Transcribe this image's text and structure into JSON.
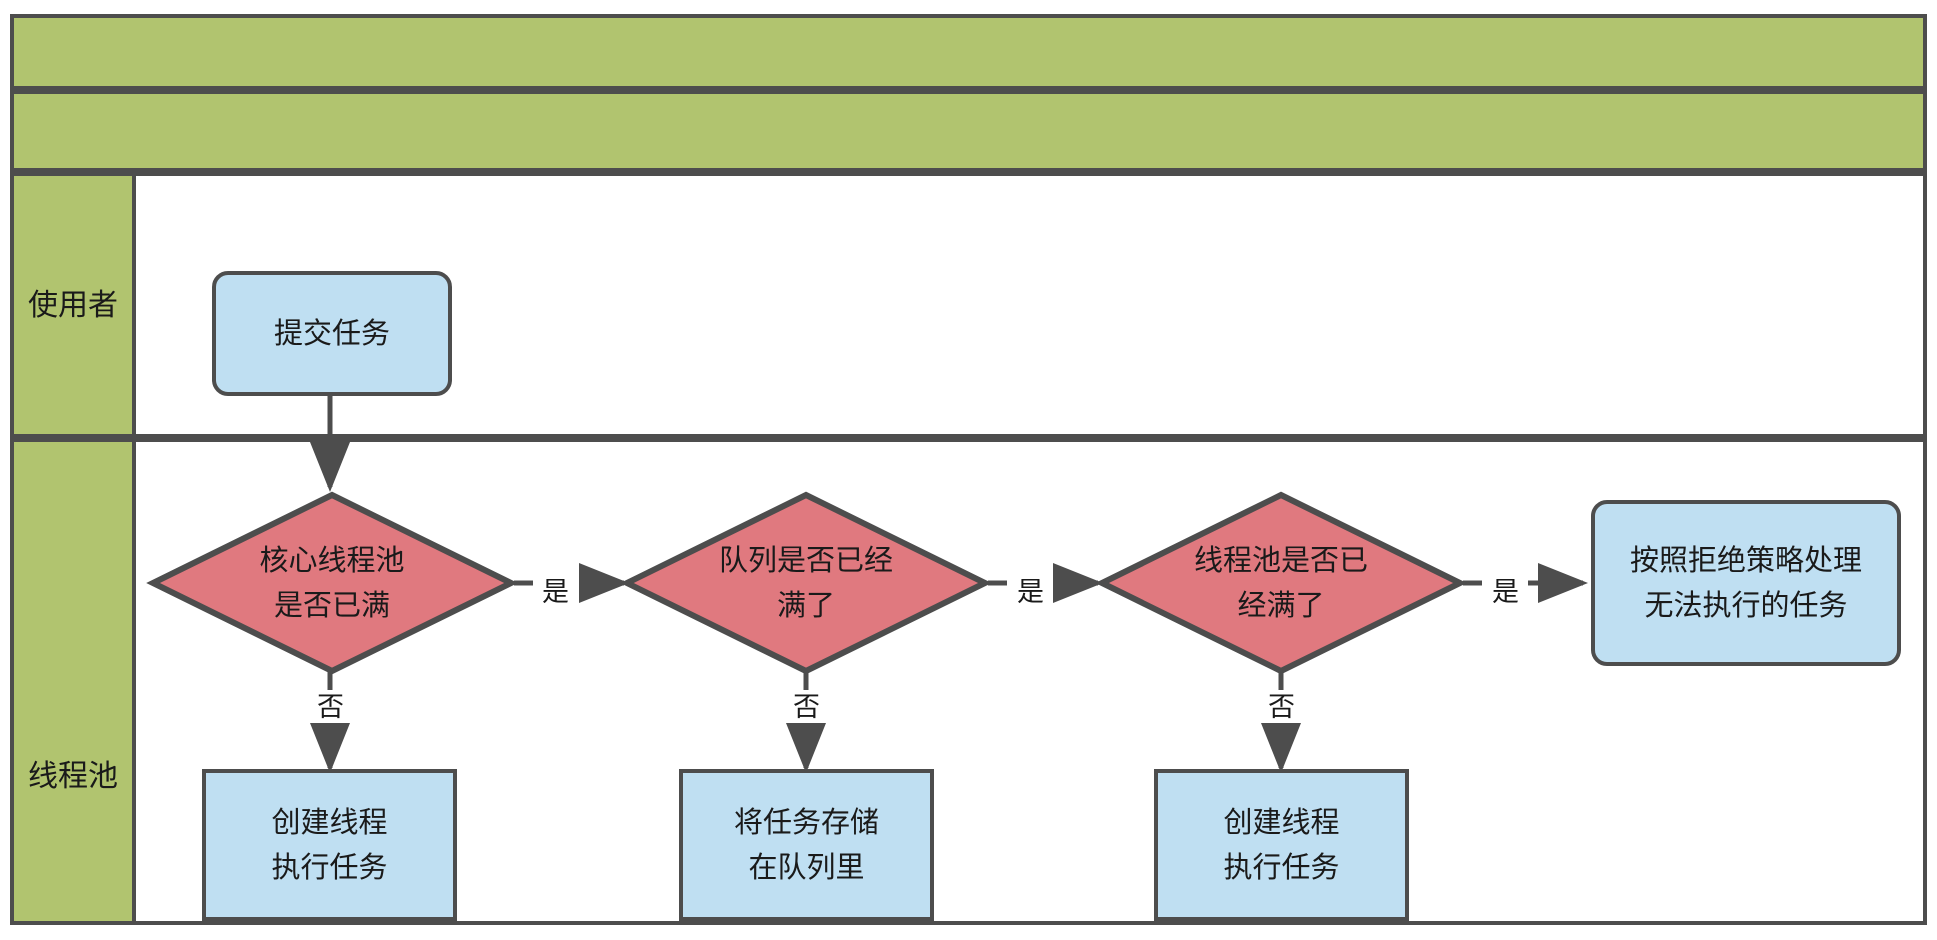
{
  "diagram": {
    "type": "swimlane-flowchart",
    "title_bands": [
      {
        "name": "title-band-top",
        "text": ""
      },
      {
        "name": "title-band-second",
        "text": ""
      }
    ],
    "colors": {
      "lane_header_green": "#b1c46f",
      "process_blue": "#bfdff2",
      "decision_red": "#e0797f",
      "stroke_gray": "#4d4d4d",
      "lane_body_white": "#ffffff",
      "text_dark": "#1a1a1a"
    },
    "lanes": [
      {
        "id": "user",
        "label": "使用者"
      },
      {
        "id": "threadpool",
        "label": "线程池"
      }
    ],
    "nodes": [
      {
        "id": "submit",
        "shape": "rounded-rect",
        "lines": [
          "提交任务"
        ]
      },
      {
        "id": "d1",
        "shape": "diamond",
        "lines": [
          "核心线程池",
          "是否已满"
        ]
      },
      {
        "id": "d2",
        "shape": "diamond",
        "lines": [
          "队列是否已经",
          "满了"
        ]
      },
      {
        "id": "d3",
        "shape": "diamond",
        "lines": [
          "线程池是否已",
          "经满了"
        ]
      },
      {
        "id": "reject",
        "shape": "rounded-rect",
        "lines": [
          "按照拒绝策略处理",
          "无法执行的任务"
        ]
      },
      {
        "id": "create1",
        "shape": "rect",
        "lines": [
          "创建线程",
          "执行任务"
        ]
      },
      {
        "id": "enqueue",
        "shape": "rect",
        "lines": [
          "将任务存储",
          "在队列里"
        ]
      },
      {
        "id": "create2",
        "shape": "rect",
        "lines": [
          "创建线程",
          "执行任务"
        ]
      }
    ],
    "edges": [
      {
        "id": "e-submit-d1",
        "from": "submit",
        "to": "d1",
        "label": ""
      },
      {
        "id": "e-d1-d2",
        "from": "d1",
        "to": "d2",
        "label": "是"
      },
      {
        "id": "e-d2-d3",
        "from": "d2",
        "to": "d3",
        "label": "是"
      },
      {
        "id": "e-d3-reject",
        "from": "d3",
        "to": "reject",
        "label": "是"
      },
      {
        "id": "e-d1-c1",
        "from": "d1",
        "to": "create1",
        "label": "否"
      },
      {
        "id": "e-d2-eq",
        "from": "d2",
        "to": "enqueue",
        "label": "否"
      },
      {
        "id": "e-d3-c2",
        "from": "d3",
        "to": "create2",
        "label": "否"
      }
    ]
  }
}
